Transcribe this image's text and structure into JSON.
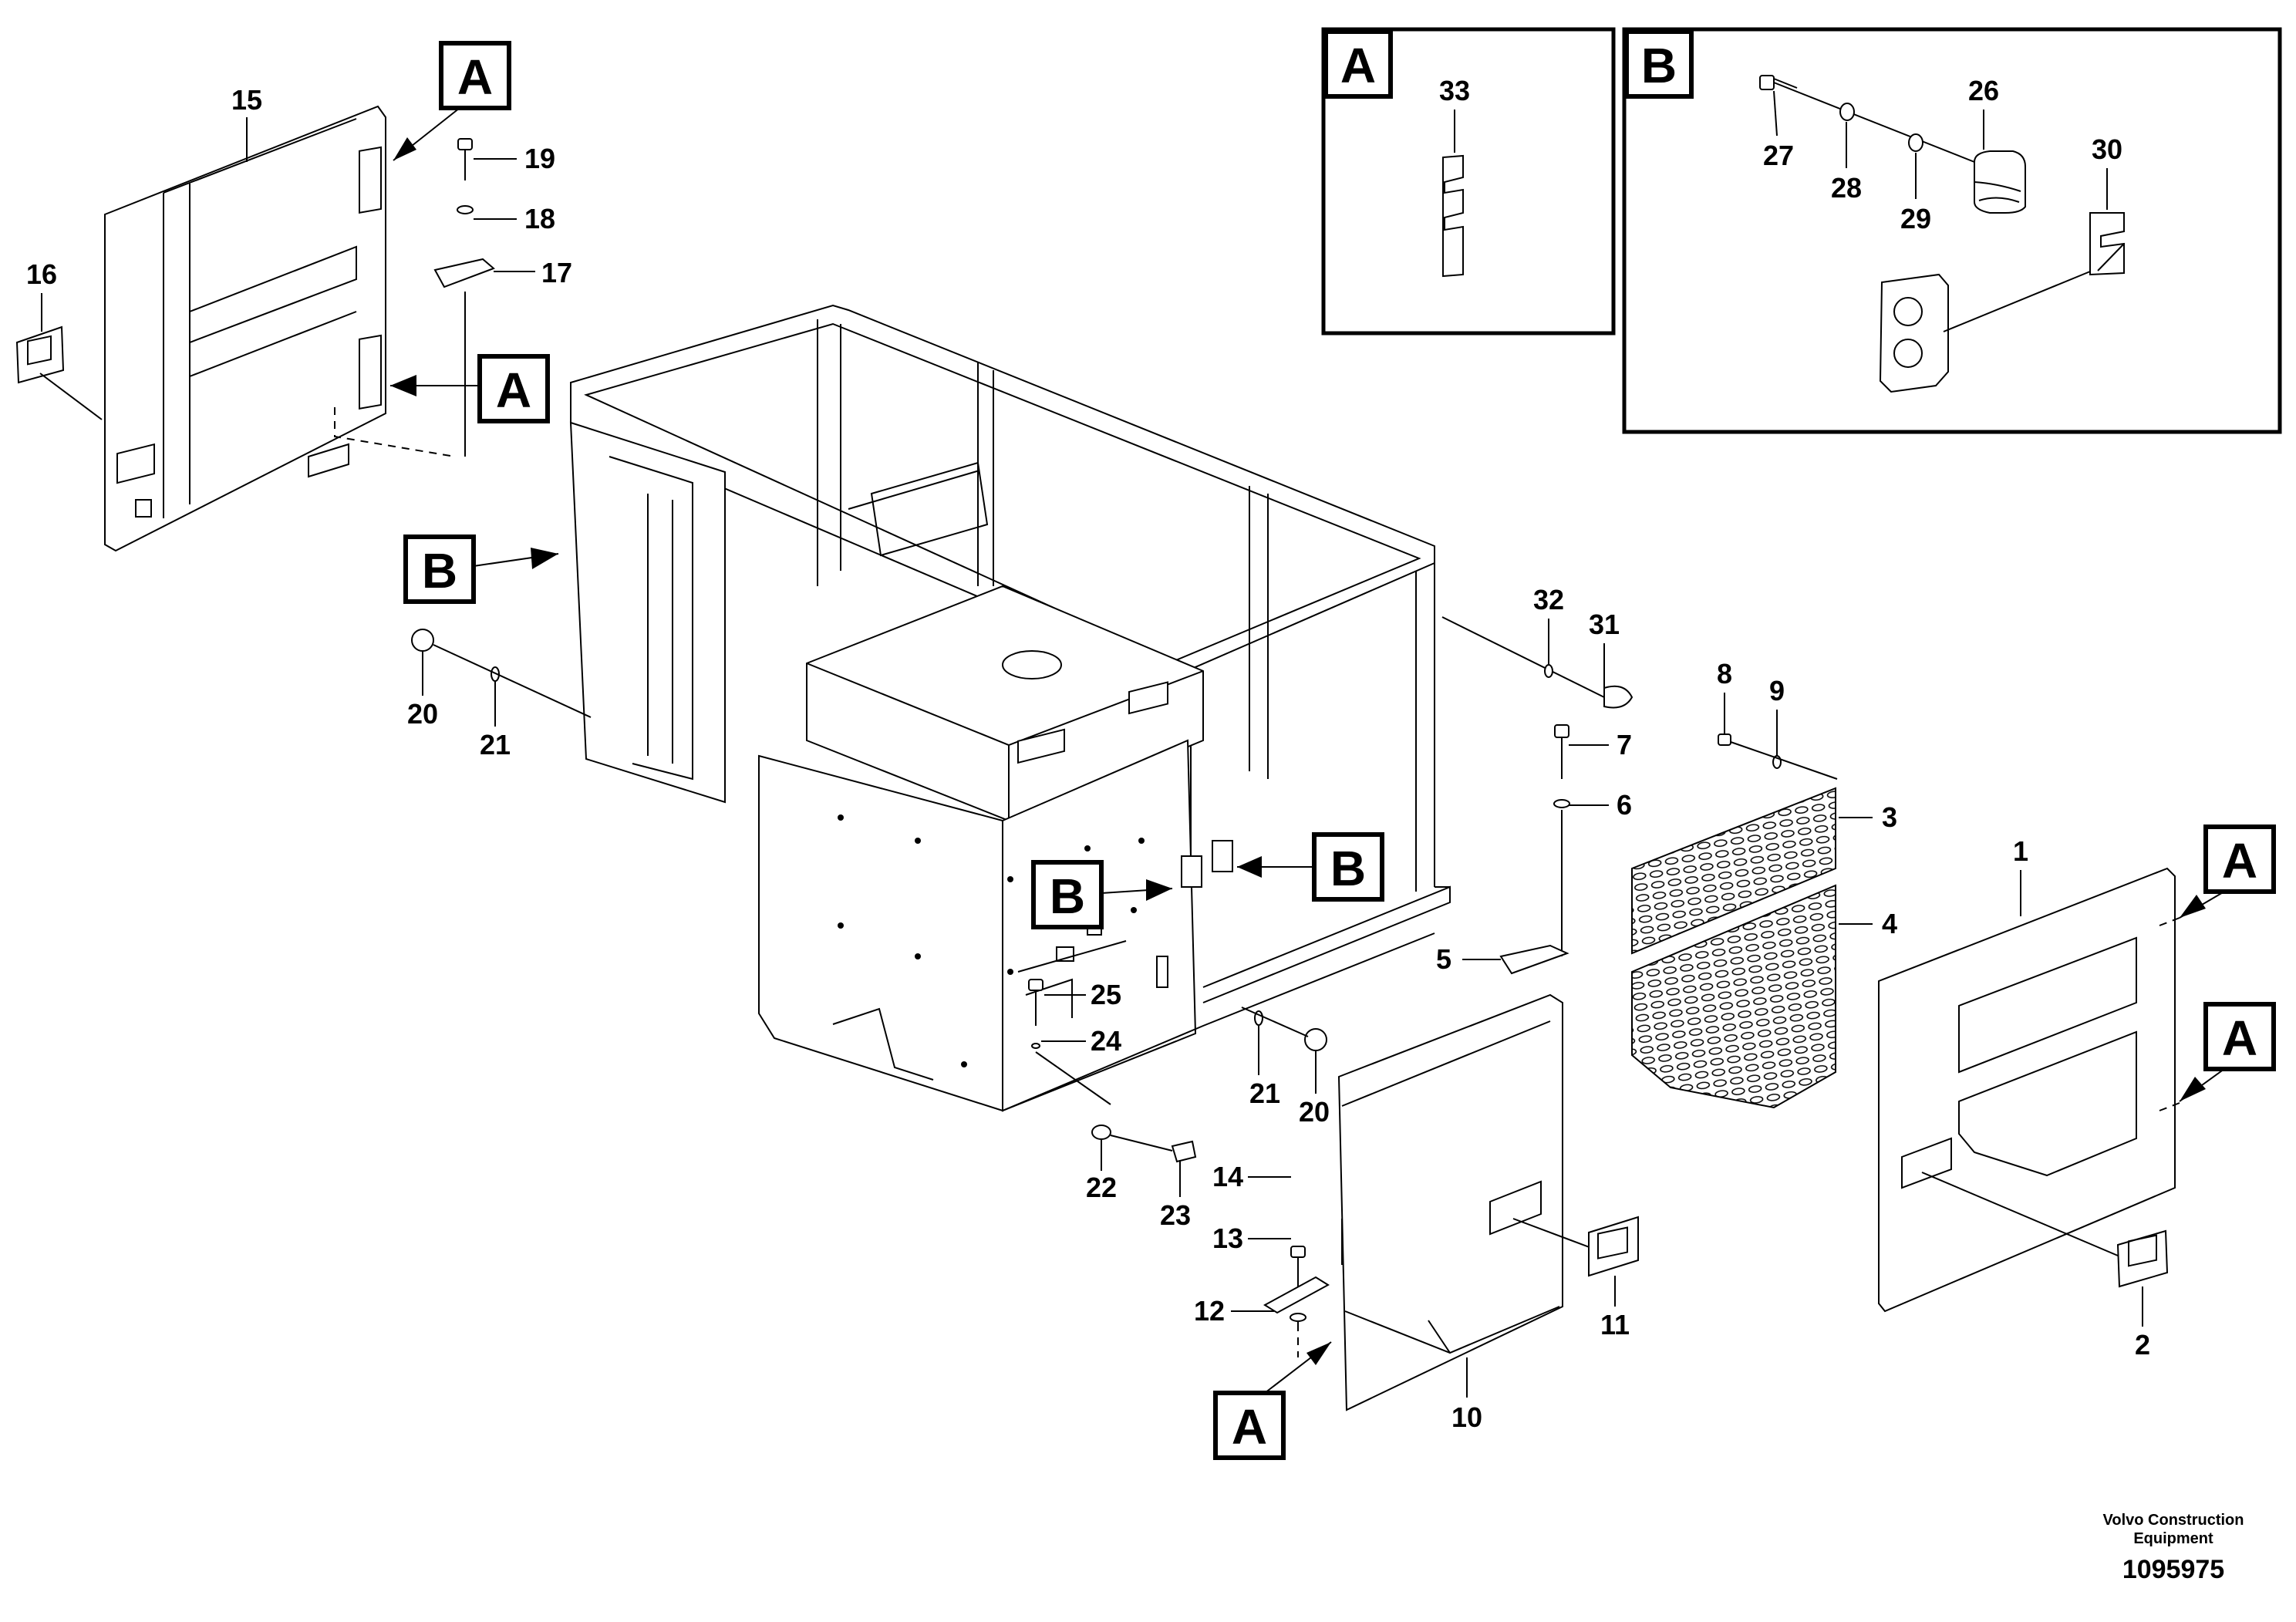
{
  "parts": {
    "p1": "1",
    "p2": "2",
    "p3": "3",
    "p4": "4",
    "p5": "5",
    "p6": "6",
    "p7": "7",
    "p8": "8",
    "p9": "9",
    "p10": "10",
    "p11": "11",
    "p12": "12",
    "p13": "13",
    "p14": "14",
    "p15": "15",
    "p16": "16",
    "p17": "17",
    "p18": "18",
    "p19": "19",
    "p20a": "20",
    "p20b": "20",
    "p21a": "21",
    "p21b": "21",
    "p22": "22",
    "p23": "23",
    "p24": "24",
    "p25": "25",
    "p26": "26",
    "p27": "27",
    "p28": "28",
    "p29": "29",
    "p30": "30",
    "p31": "31",
    "p32": "32",
    "p33": "33"
  },
  "callouts": {
    "a": "A",
    "b": "B"
  },
  "footer": {
    "company_line1": "Volvo Construction",
    "company_line2": "Equipment",
    "drawing_number": "1095975"
  }
}
